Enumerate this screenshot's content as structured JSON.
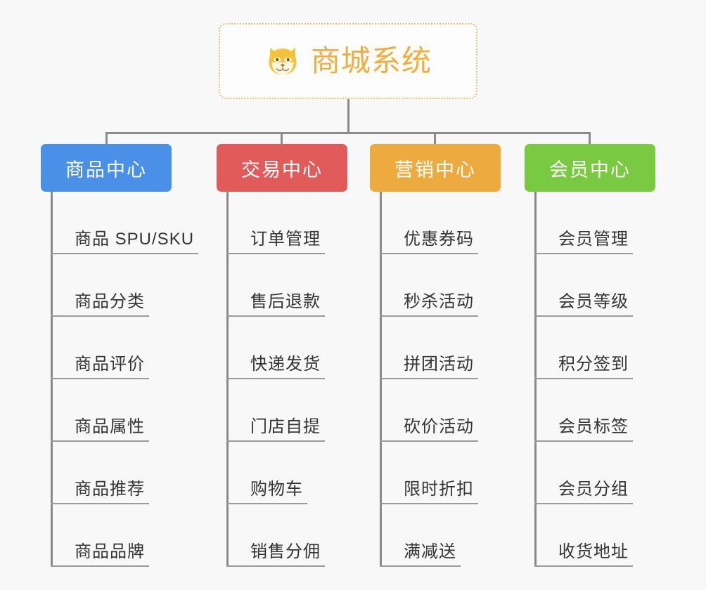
{
  "diagram": {
    "type": "mindmap",
    "background_color": "#f8f8f8",
    "root": {
      "title": "商城系统",
      "icon": "shiba-dog-face-emoji",
      "text_color": "#efae3e",
      "border_color": "#f0c070",
      "border_style": "dotted"
    },
    "connector_color": "#8a8a8a",
    "categories": [
      {
        "label": "商品中心",
        "color": "#4a90e8",
        "items": [
          "商品 SPU/SKU",
          "商品分类",
          "商品评价",
          "商品属性",
          "商品推荐",
          "商品品牌"
        ]
      },
      {
        "label": "交易中心",
        "color": "#e25b5b",
        "items": [
          "订单管理",
          "售后退款",
          "快递发货",
          "门店自提",
          "购物车",
          "销售分佣"
        ]
      },
      {
        "label": "营销中心",
        "color": "#edab3f",
        "items": [
          "优惠券码",
          "秒杀活动",
          "拼团活动",
          "砍价活动",
          "限时折扣",
          "满减送"
        ]
      },
      {
        "label": "会员中心",
        "color": "#7ac943",
        "items": [
          "会员管理",
          "会员等级",
          "积分签到",
          "会员标签",
          "会员分组",
          "收货地址"
        ]
      }
    ]
  }
}
